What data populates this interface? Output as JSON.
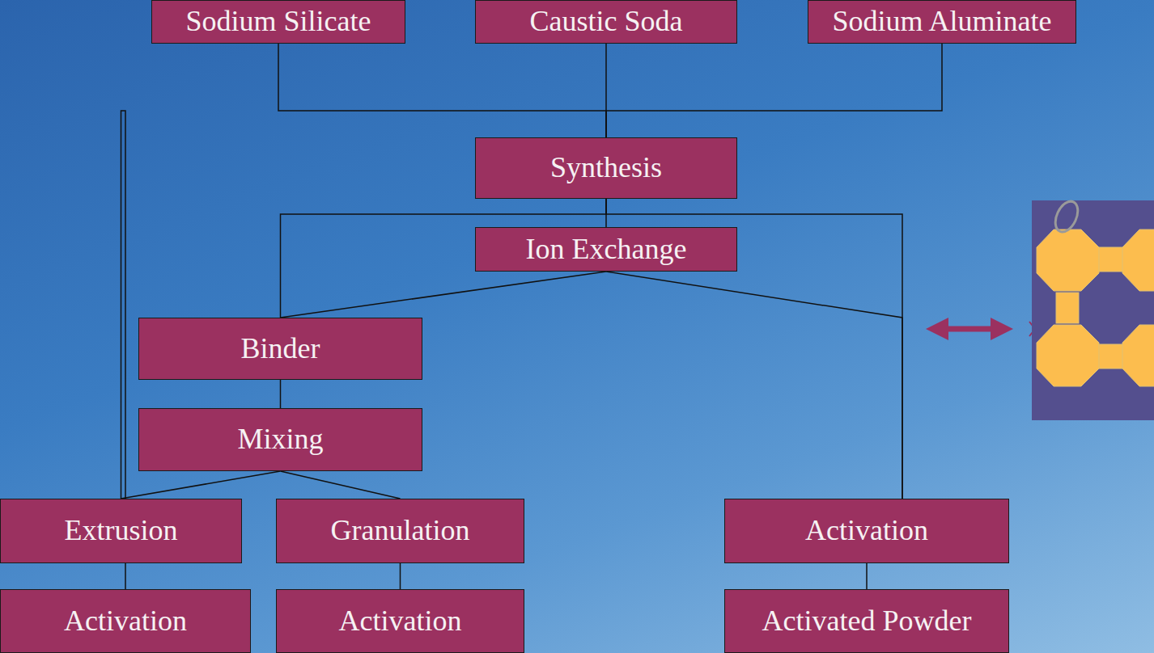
{
  "diagram": {
    "nodes": [
      {
        "text": [
          "Sodium Silicate"
        ]
      },
      {
        "text": [
          "Caustic Soda"
        ]
      },
      {
        "text": [
          "Sodium Aluminate"
        ]
      },
      {
        "text": [
          "Synthesis"
        ]
      },
      {
        "text": [
          "Ion Exchange"
        ]
      },
      {
        "text": [
          "Binder"
        ]
      },
      {
        "text": [
          "Mixing"
        ]
      },
      {
        "text": [
          "Extrusion"
        ]
      },
      {
        "text": [
          "Granulation"
        ]
      },
      {
        "text": [
          "Activation"
        ]
      },
      {
        "text": [
          "Activation"
        ]
      },
      {
        "text": [
          "Activation"
        ]
      },
      {
        "text": [
          "Activated Powder"
        ]
      }
    ],
    "edges": [
      {
        "from": 0,
        "to": 3,
        "arrow": "none"
      },
      {
        "from": 1,
        "to": 3,
        "arrow": "none"
      },
      {
        "from": 2,
        "to": 3,
        "arrow": "none"
      },
      {
        "from": 3,
        "to": 4,
        "arrow": "none"
      },
      {
        "from": 3,
        "to": 5,
        "arrow": "none"
      },
      {
        "from": 3,
        "to": 9,
        "arrow": "none"
      },
      {
        "from": 4,
        "to": 5,
        "arrow": "none"
      },
      {
        "from": 4,
        "to": 9,
        "arrow": "none"
      },
      {
        "from": 5,
        "to": 6,
        "arrow": "none"
      },
      {
        "from": 6,
        "to": 7,
        "arrow": "none"
      },
      {
        "from": 6,
        "to": 8,
        "arrow": "none"
      },
      {
        "from": 7,
        "to": 10,
        "arrow": "none"
      },
      {
        "from": 8,
        "to": 11,
        "arrow": "none"
      },
      {
        "from": 9,
        "to": 12,
        "arrow": "none"
      }
    ]
  }
}
